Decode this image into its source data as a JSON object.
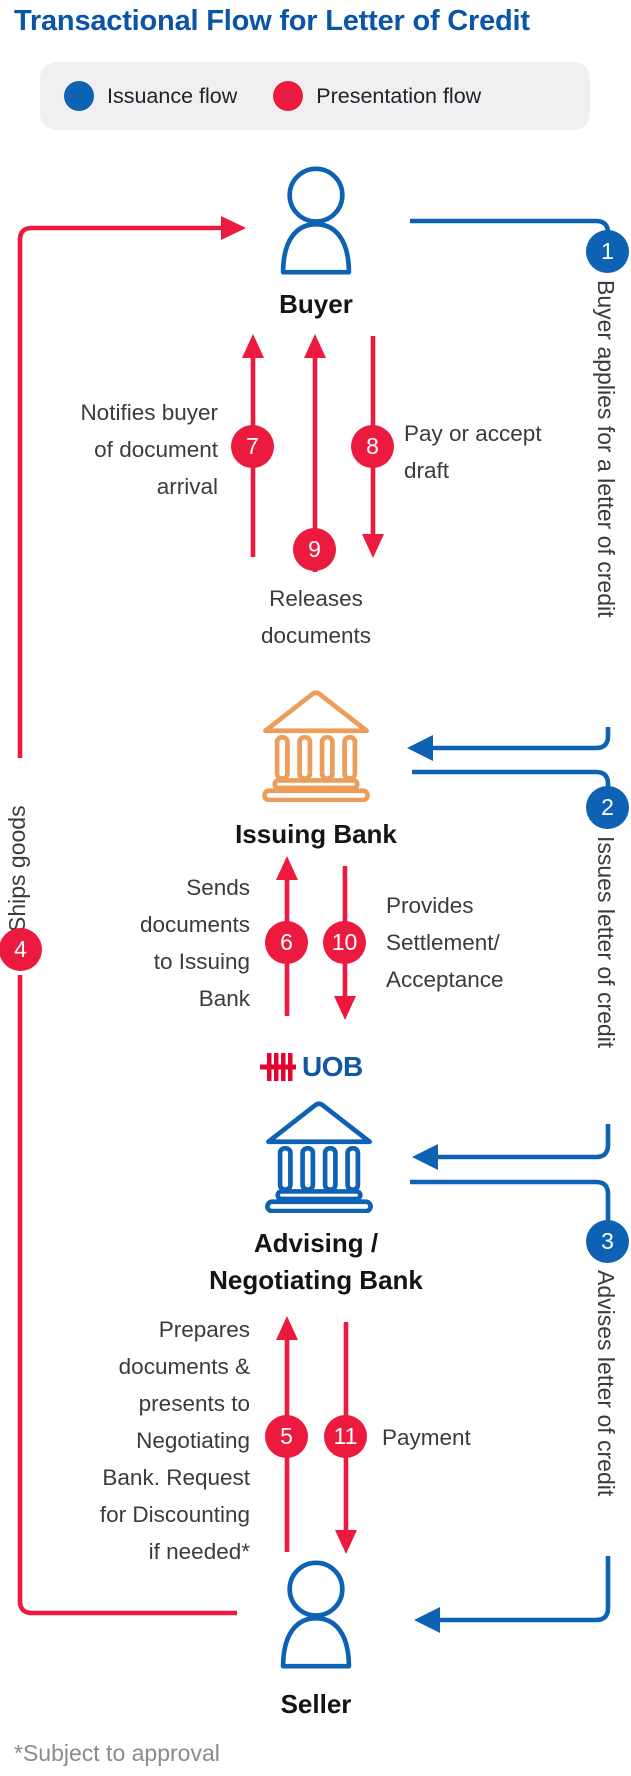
{
  "title": "Transactional Flow for Letter of Credit",
  "legend": {
    "issuance": "Issuance flow",
    "presentation": "Presentation flow"
  },
  "colors": {
    "issuance_blue": "#0E62B4",
    "presentation_red": "#EC1A3E",
    "issuing_bank_orange": "#EC9D59",
    "title_blue": "#0A55A6",
    "label_text": "#3A3B3E",
    "footnote_gray": "#8B8B8B",
    "legend_bg": "#F0F0F2"
  },
  "entities": {
    "buyer": "Buyer",
    "issuing_bank": "Issuing Bank",
    "advising_bank_line1": "Advising /",
    "advising_bank_line2": "Negotiating Bank",
    "seller": "Seller",
    "uob_logo_text": "UOB"
  },
  "steps": [
    {
      "num": "1",
      "label": "Buyer applies for a letter of credit",
      "flow": "issuance"
    },
    {
      "num": "2",
      "label": "Issues letter of credit",
      "flow": "issuance"
    },
    {
      "num": "3",
      "label": "Advises letter of credit",
      "flow": "issuance"
    },
    {
      "num": "4",
      "label": "Ships goods",
      "flow": "presentation"
    },
    {
      "num": "5",
      "label": "Prepares documents & presents to Negotiating Bank. Request for Discounting if needed*",
      "flow": "presentation"
    },
    {
      "num": "6",
      "label": "Sends documents to Issuing Bank",
      "flow": "presentation"
    },
    {
      "num": "7",
      "label": "Notifies buyer of document arrival",
      "flow": "presentation"
    },
    {
      "num": "8",
      "label": "Pay or accept draft",
      "flow": "presentation"
    },
    {
      "num": "9",
      "label": "Releases documents",
      "flow": "presentation"
    },
    {
      "num": "10",
      "label": "Provides Settlement/ Acceptance",
      "flow": "presentation"
    },
    {
      "num": "11",
      "label": "Payment",
      "flow": "presentation"
    }
  ],
  "footnote": "*Subject to approval"
}
